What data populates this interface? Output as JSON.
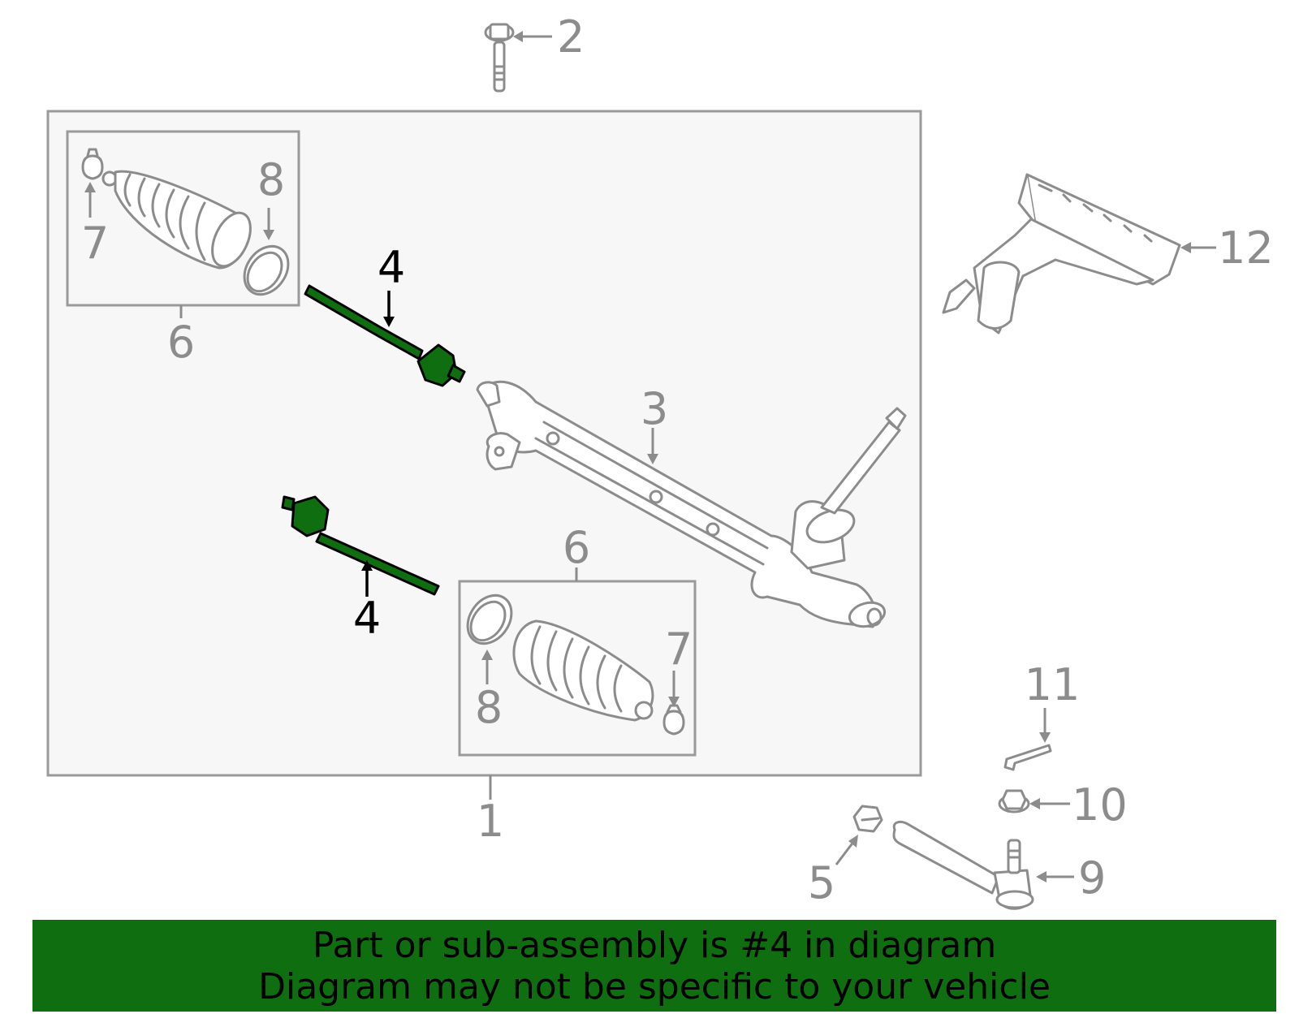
{
  "banner": {
    "line1": "Part or sub-assembly is #4 in diagram",
    "line2": "Diagram may not be specific to your vehicle",
    "color": "#0f6e0f"
  },
  "callouts": {
    "c1": "1",
    "c2": "2",
    "c3": "3",
    "c4_upper": "4",
    "c4_lower": "4",
    "c5": "5",
    "c6_upper": "6",
    "c6_lower": "6",
    "c7_upper": "7",
    "c7_lower": "7",
    "c8_upper": "8",
    "c8_lower": "8",
    "c9": "9",
    "c10": "10",
    "c11": "11",
    "c12": "12"
  },
  "highlight": {
    "part_number": "4",
    "color": "#0f6e0f"
  }
}
